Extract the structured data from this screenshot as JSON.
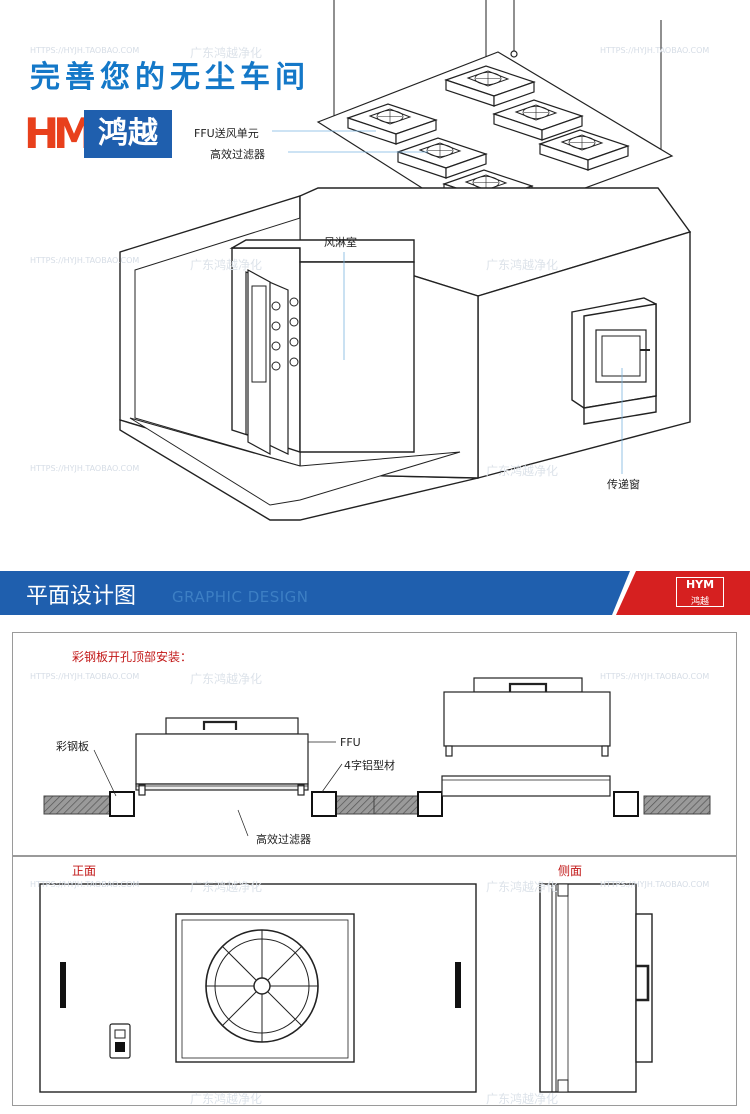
{
  "header": {
    "headline": "完善您的无尘车间",
    "brand_mark": "HM",
    "brand_name": "鸿越"
  },
  "callouts": {
    "ffu_unit": "FFU送风单元",
    "hepa_filter": "高效过滤器",
    "air_shower": "风淋室",
    "pass_box": "传递窗"
  },
  "banner": {
    "title": "平面设计图",
    "subtitle": "GRAPHIC DESIGN",
    "badge_top": "HYM",
    "badge_bottom": "鸿越"
  },
  "install": {
    "heading": "彩钢板开孔顶部安装：",
    "panel_label": "彩钢板",
    "ffu_label": "FFU",
    "profile_label": "4字铝型材",
    "filter_label": "高效过滤器"
  },
  "views": {
    "front": "正面",
    "side": "侧面"
  },
  "watermark": {
    "url": "HTTPS://HYJH.TAOBAO.COM",
    "shop": "广东鸿越净化"
  },
  "colors": {
    "headline": "#1478c8",
    "brand_red": "#e8401c",
    "banner_blue": "#1f5fae",
    "banner_red": "#d62020",
    "label_red": "#c21818",
    "leader_blue": "#7ab4e0"
  }
}
